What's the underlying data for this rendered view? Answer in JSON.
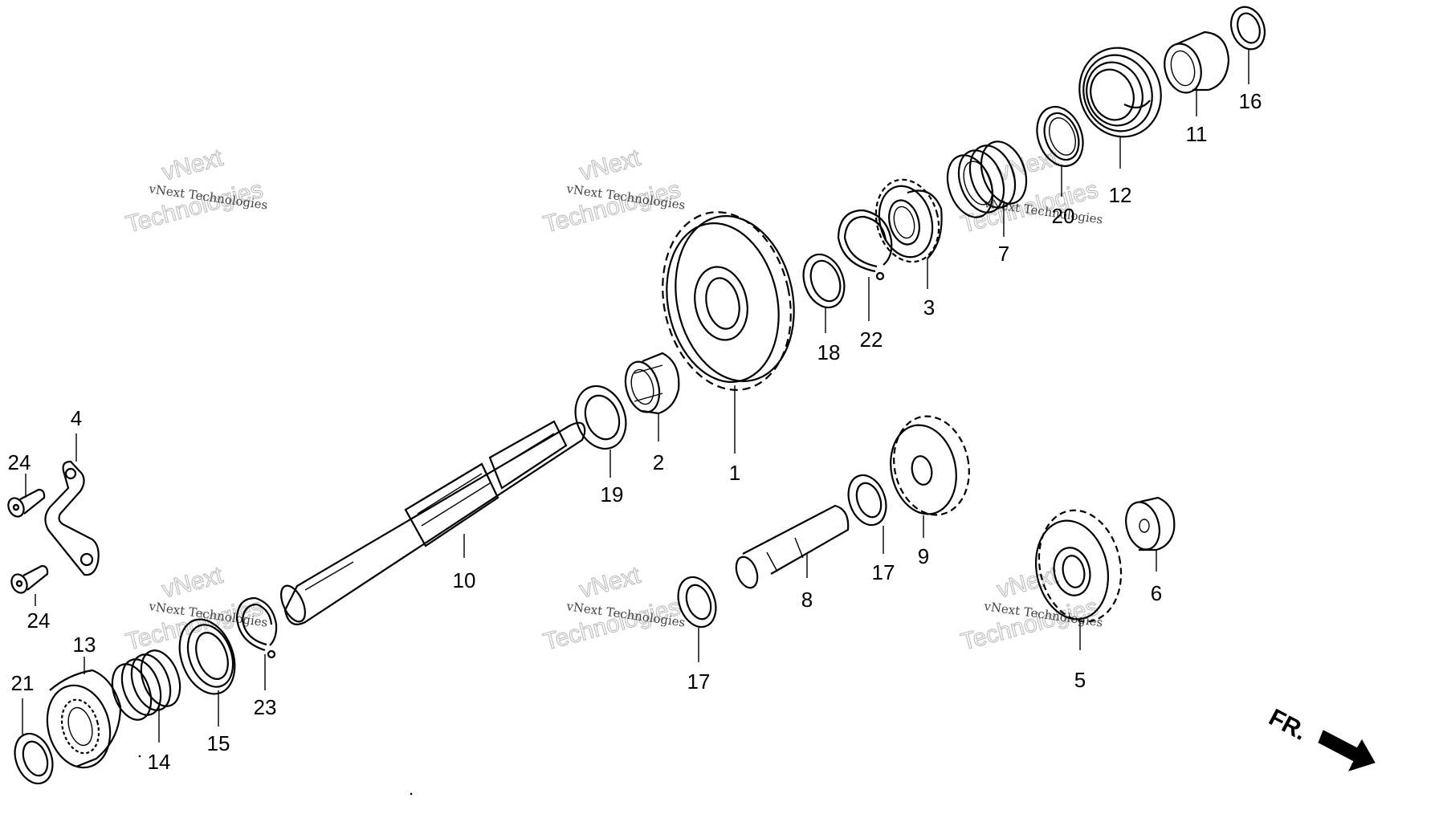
{
  "diagram": {
    "callouts": [
      {
        "id": "1",
        "label": "1"
      },
      {
        "id": "2",
        "label": "2"
      },
      {
        "id": "3",
        "label": "3"
      },
      {
        "id": "4",
        "label": "4"
      },
      {
        "id": "5",
        "label": "5"
      },
      {
        "id": "6",
        "label": "6"
      },
      {
        "id": "7",
        "label": "7"
      },
      {
        "id": "8",
        "label": "8"
      },
      {
        "id": "9",
        "label": "9"
      },
      {
        "id": "10",
        "label": "10"
      },
      {
        "id": "11",
        "label": "11"
      },
      {
        "id": "12",
        "label": "12"
      },
      {
        "id": "13",
        "label": "13"
      },
      {
        "id": "14",
        "label": "14"
      },
      {
        "id": "15",
        "label": "15"
      },
      {
        "id": "16",
        "label": "16"
      },
      {
        "id": "17a",
        "label": "17"
      },
      {
        "id": "17b",
        "label": "17"
      },
      {
        "id": "18",
        "label": "18"
      },
      {
        "id": "19",
        "label": "19"
      },
      {
        "id": "20",
        "label": "20"
      },
      {
        "id": "21",
        "label": "21"
      },
      {
        "id": "22",
        "label": "22"
      },
      {
        "id": "23",
        "label": "23"
      },
      {
        "id": "24a",
        "label": "24"
      },
      {
        "id": "24b",
        "label": "24"
      }
    ],
    "direction_marker": "FR."
  },
  "watermark": {
    "small_text": "vNext Technologies",
    "big_line1": "vNext",
    "big_line2": "Technologies"
  },
  "icons": {
    "direction_arrow": "fr-arrow-icon"
  },
  "colors": {
    "ink": "#000000",
    "background": "#ffffff",
    "watermark": "#bdbdbd"
  }
}
